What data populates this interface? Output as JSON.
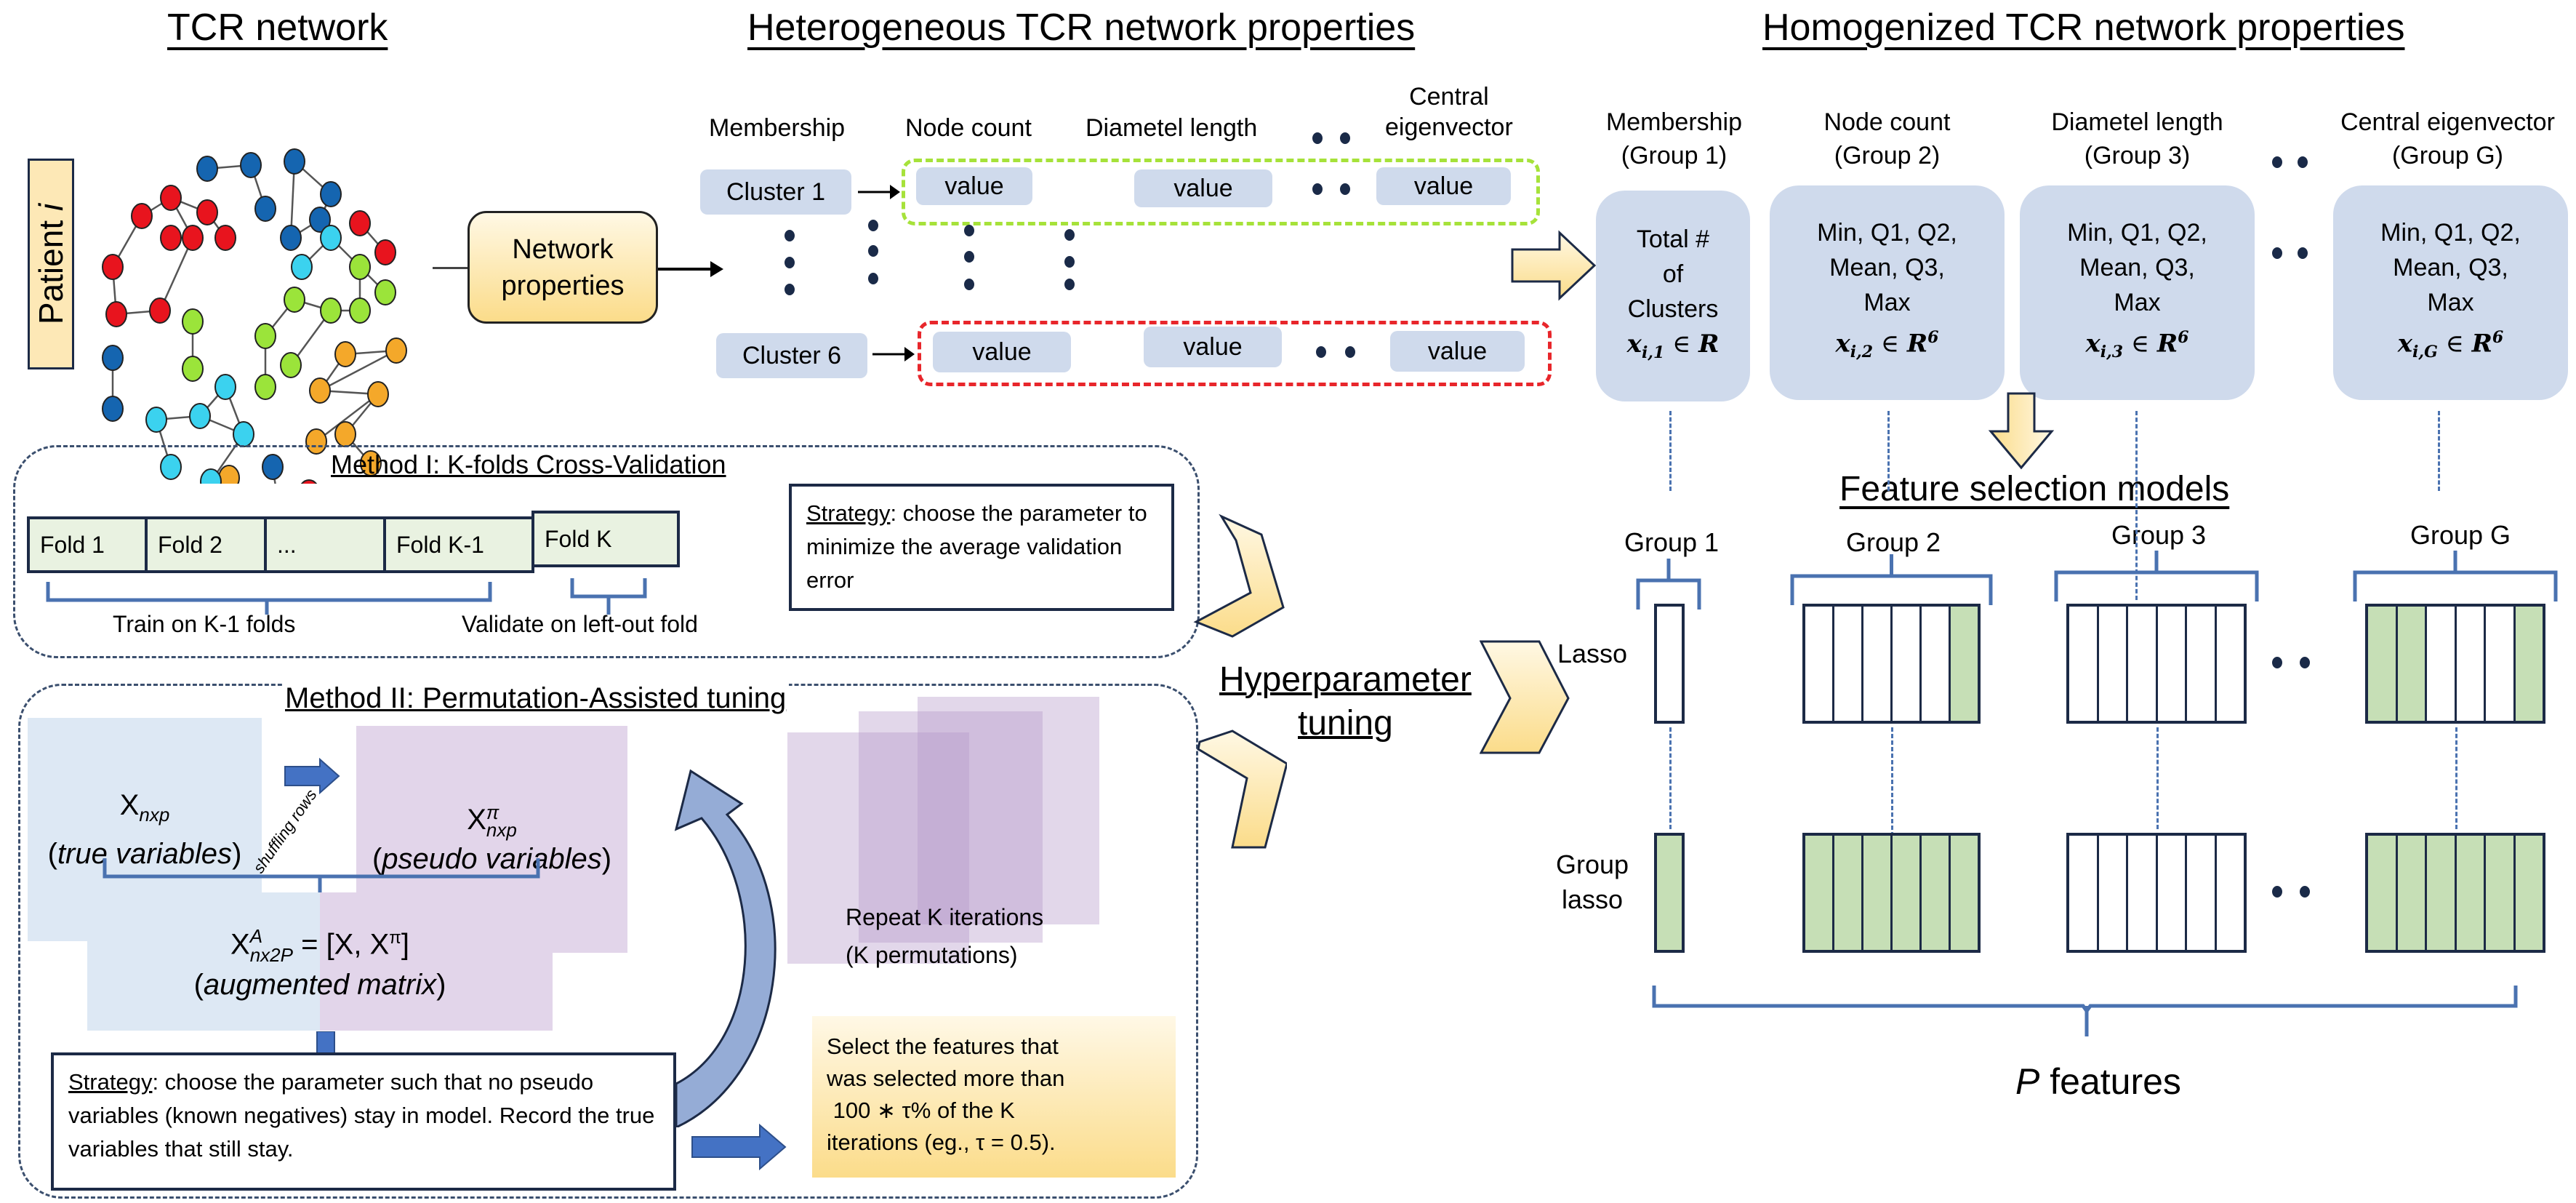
{
  "titles": {
    "tcr_network": "TCR network",
    "heterogeneous": "Heterogeneous TCR network properties",
    "homogenized": "Homogenized TCR network properties"
  },
  "patient_label": "Patient i",
  "patient_label_parts": {
    "word": "Patient ",
    "index": "i"
  },
  "network_properties_box": {
    "line1": "Network",
    "line2": "properties"
  },
  "heterogeneous": {
    "headers": {
      "membership": "Membership",
      "node_count": "Node count",
      "diameter": "Diametel length",
      "central_line1": "Central",
      "central_line2": "eigenvector"
    },
    "clusters": [
      {
        "label": "Cluster 1",
        "values": [
          "value",
          "value",
          "value"
        ],
        "border_color": "#a6e23a"
      },
      {
        "label": "Cluster 6",
        "values": [
          "value",
          "value",
          "value"
        ],
        "border_color": "#e8262b"
      }
    ]
  },
  "homogenized": {
    "groups": [
      {
        "header1": "Membership",
        "header2": "(Group 1)",
        "lines": [
          "Total #",
          "of",
          "Clusters"
        ],
        "math": "x",
        "sub": "i,1",
        "space": "R",
        "sup": ""
      },
      {
        "header1": "Node count",
        "header2": "(Group 2)",
        "lines": [
          "Min, Q1, Q2,",
          "Mean, Q3,",
          "Max"
        ],
        "math": "x",
        "sub": "i,2",
        "space": "R",
        "sup": "6"
      },
      {
        "header1": "Diametel length",
        "header2": "(Group 3)",
        "lines": [
          "Min, Q1, Q2,",
          "Mean, Q3,",
          "Max"
        ],
        "math": "x",
        "sub": "i,3",
        "space": "R",
        "sup": "6"
      },
      {
        "header1": "Central eigenvector",
        "header2": "(Group G)",
        "lines": [
          "Min, Q1, Q2,",
          "Mean, Q3,",
          "Max"
        ],
        "math": "x",
        "sub": "i,G",
        "space": "R",
        "sup": "6"
      }
    ]
  },
  "method1": {
    "title": "Method I: K-folds Cross-Validation",
    "folds": [
      "Fold 1",
      "Fold 2",
      "...",
      "Fold K-1",
      "Fold K"
    ],
    "train_label": "Train on K-1 folds",
    "validate_label": "Validate on left-out fold",
    "strategy_label": "Strategy",
    "strategy_text": ": choose the parameter to minimize the average validation error"
  },
  "method2": {
    "title": "Method II: Permutation-Assisted tuning",
    "x_true": {
      "symbol": "X",
      "sub": "nxp",
      "caption": "true variables"
    },
    "x_pseudo": {
      "symbol": "X",
      "sup": "π",
      "sub": "nxp",
      "caption": "pseudo variables"
    },
    "shuffle_label": "shuffling rows",
    "augmented": {
      "symbol": "X",
      "sup": "A",
      "sub": "nx2P",
      "rhs": " = [X, X",
      "rhs_sup": "π",
      "rhs_end": "]",
      "caption": "augmented matrix"
    },
    "repeat_line1": "Repeat K iterations",
    "repeat_line2": "(K permutations)",
    "strategy_label": "Strategy",
    "strategy_text": ": choose the parameter such that no pseudo variables (known negatives) stay in model. Record the true variables that still stay.",
    "select_text_line1": "Select the features that",
    "select_text_line2": "was selected more than",
    "select_text_line3": " 100 ∗ τ% of the K",
    "select_text_line4": "iterations (eg., τ = 0.5)."
  },
  "hyperparameter": {
    "line1": "Hyperparameter",
    "line2": "tuning"
  },
  "feature_selection": {
    "title": "Feature selection models",
    "group_labels": [
      "Group 1",
      "Group 2",
      "Group 3",
      "Group G"
    ],
    "models": [
      {
        "name": "Lasso",
        "selected": [
          [
            0
          ],
          [
            0,
            0,
            0,
            0,
            0,
            1
          ],
          [
            0,
            0,
            0,
            0,
            0,
            0
          ],
          [
            1,
            1,
            0,
            0,
            0,
            1
          ]
        ]
      },
      {
        "name": "Group\nlasso",
        "name_line1": "Group",
        "name_line2": "lasso",
        "selected": [
          [
            1
          ],
          [
            1,
            1,
            1,
            1,
            1,
            1
          ],
          [
            0,
            0,
            0,
            0,
            0,
            0
          ],
          [
            1,
            1,
            1,
            1,
            1,
            1
          ]
        ]
      }
    ],
    "total_label_symbol": "P",
    "total_label_text": " features"
  },
  "colors": {
    "pill_blue": "#cfdaec",
    "selected_green": "#c6dfb6",
    "bracket_blue": "#4a72b0",
    "arrow_yellow": "#fbdc8a",
    "node_red": "#e8141e",
    "node_blue": "#1565b0",
    "node_cyan": "#3bd2ef",
    "node_green": "#9be43a",
    "node_orange": "#f4a82a"
  }
}
